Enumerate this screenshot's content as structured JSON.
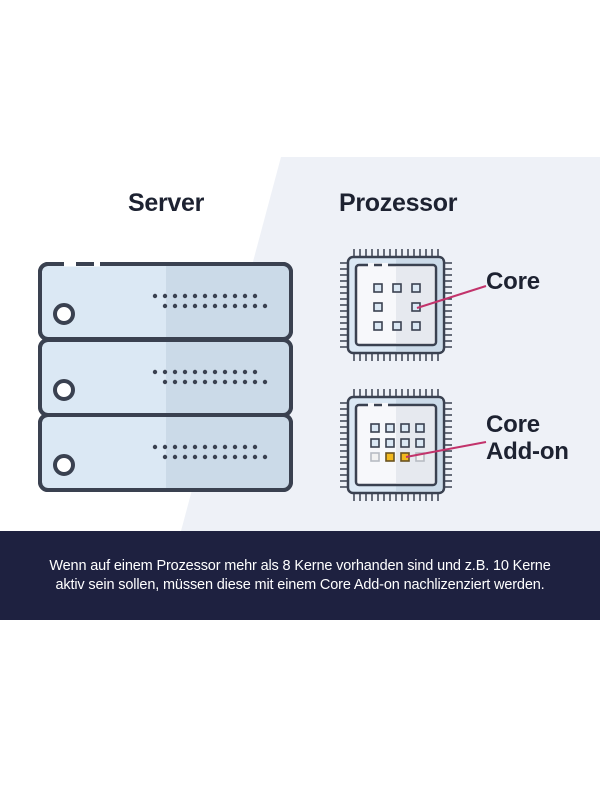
{
  "headings": {
    "server": "Server",
    "processor": "Prozessor"
  },
  "labels": {
    "core": "Core",
    "core_addon_line1": "Core",
    "core_addon_line2": "Add-on"
  },
  "banner": {
    "line1": "Wenn auf einem Prozessor mehr als 8 Kerne vorhanden sind und z.B. 10 Kerne",
    "line2": "aktiv sein sollen, müssen diese mit einem Core Add-on nachlizenziert werden."
  },
  "illustration": {
    "server_units": 3,
    "chip_1": {
      "active_cores": 8,
      "grid": "3x3 (center empty)"
    },
    "chip_2": {
      "licensed_cores": 8,
      "addon_cores": 2,
      "inactive_cores": 2,
      "grid": "4x3"
    }
  },
  "colors": {
    "heading_text": "#1d2231",
    "outline": "#3a4150",
    "panel_bg": "#eef1f7",
    "server_fill": "#dbe8f4",
    "server_fill_shade": "#cbdae8",
    "banner_bg": "#1e2140",
    "banner_text": "#ffffff",
    "pointer_line": "#c2336b",
    "addon_core": "#f2b91e"
  }
}
